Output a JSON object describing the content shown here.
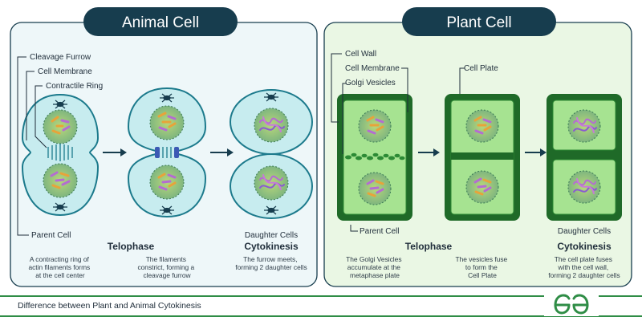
{
  "animal": {
    "title": "Animal Cell",
    "labels": {
      "cleavage_furrow": "Cleavage Furrow",
      "cell_membrane": "Cell Membrane",
      "contractile_ring": "Contractile Ring",
      "parent_cell": "Parent Cell",
      "daughter_cells": "Daughter Cells"
    },
    "stages": {
      "telophase": "Telophase",
      "cytokinesis": "Cytokinesis"
    },
    "descriptions": {
      "d1": [
        "A contracting ring of",
        "actin filaments forms",
        "at the cell center"
      ],
      "d2": [
        "The filaments",
        "constrict, forming a",
        "cleavage furrow"
      ],
      "d3": [
        "The furrow meets,",
        "forming 2 daughter cells"
      ]
    }
  },
  "plant": {
    "title": "Plant Cell",
    "labels": {
      "cell_wall": "Cell Wall",
      "cell_membrane": "Cell Membrane",
      "golgi_vesicles": "Golgi Vesicles",
      "cell_plate": "Cell Plate",
      "parent_cell": "Parent Cell",
      "daughter_cells": "Daughter Cells"
    },
    "stages": {
      "telophase": "Telophase",
      "cytokinesis": "Cytokinesis"
    },
    "descriptions": {
      "d1": [
        "The Golgi Vesicles",
        "accumulate at the",
        "metaphase plate"
      ],
      "d2": [
        "The vesicles fuse",
        "to form the",
        "Cell Plate"
      ],
      "d3": [
        "The cell plate fuses",
        "with the cell wall,",
        "forming 2 daughter cells"
      ]
    }
  },
  "footer": {
    "caption": "Difference between Plant and Animal Cytokinesis"
  },
  "colors": {
    "title_bg": "#173d4e",
    "animal_panel": "#eef7f9",
    "plant_panel": "#eaf7e4",
    "animal_cell": "#c7ecef",
    "plant_cell": "#a6e391",
    "plant_wall": "#1f6a28",
    "footer_green": "#2f8d46"
  }
}
